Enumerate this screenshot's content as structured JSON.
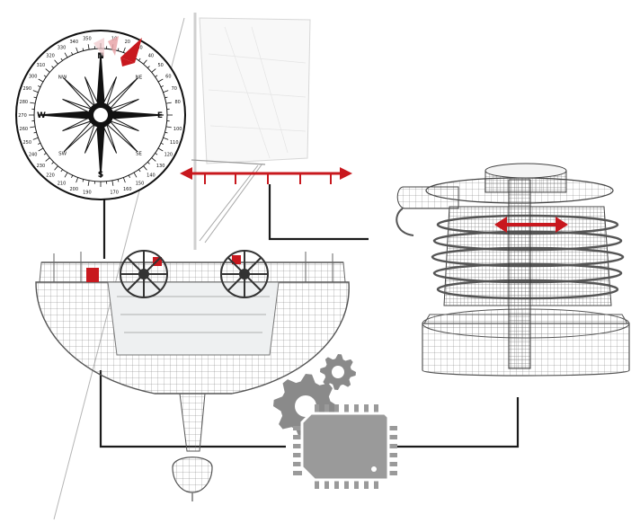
{
  "compass": {
    "cardinals": [
      "N",
      "E",
      "S",
      "W"
    ],
    "intercardinals": [
      "NE",
      "SE",
      "SW",
      "NW"
    ],
    "degree_labels": [
      "10",
      "20",
      "30",
      "40",
      "50",
      "60",
      "70",
      "80",
      "100",
      "110",
      "120",
      "130",
      "140",
      "150",
      "160",
      "170",
      "190",
      "200",
      "210",
      "220",
      "230",
      "240",
      "250",
      "260",
      "270",
      "280",
      "290",
      "300",
      "310",
      "320",
      "330",
      "340",
      "350"
    ]
  },
  "colors": {
    "accent_red": "#c8181e",
    "connector": "#1a1a1a",
    "wireframe": "#555555",
    "gear": "#8a8a8a",
    "chip": "#9a9a9a"
  },
  "icons": [
    "compass-icon",
    "gear-large-icon",
    "gear-small-icon",
    "processor-chip-icon",
    "double-arrow-icon"
  ]
}
